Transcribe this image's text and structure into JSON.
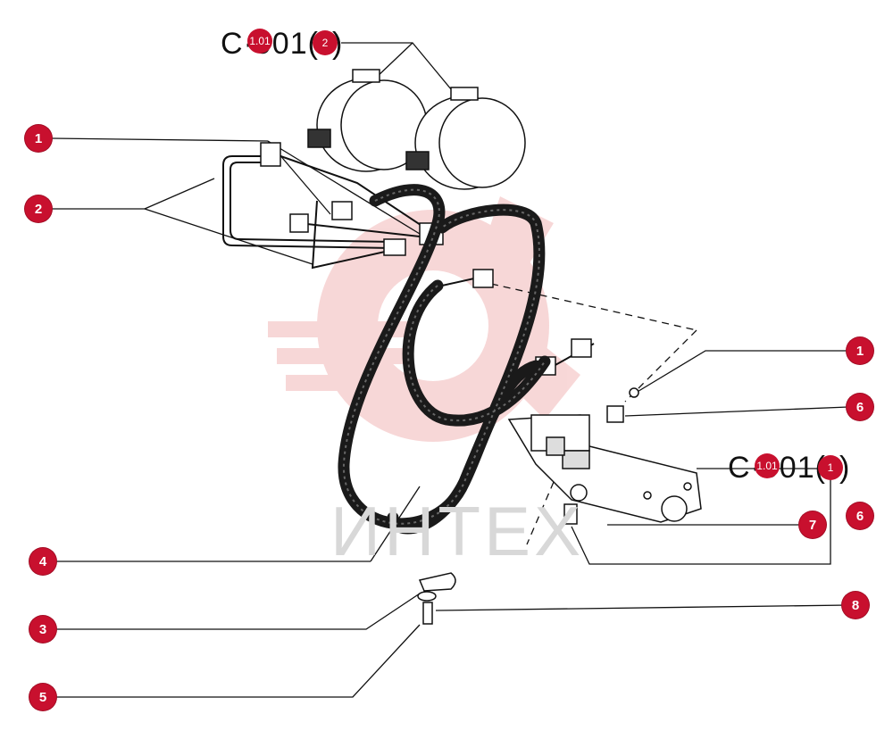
{
  "reference_top": {
    "text": "C·001(",
    "badge_sub": "1.01",
    "badge_main": "2",
    "close": ")"
  },
  "reference_right": {
    "text": "C·001(",
    "badge_sub": "1.01",
    "badge_main": "1",
    "close": ")"
  },
  "callouts": [
    {
      "label": "1"
    },
    {
      "label": "2"
    },
    {
      "label": "1"
    },
    {
      "label": "6"
    },
    {
      "label": "7"
    },
    {
      "label": "6"
    },
    {
      "label": "4"
    },
    {
      "label": "8"
    },
    {
      "label": "3"
    },
    {
      "label": "5"
    }
  ],
  "watermark": "ИНТЕХ",
  "colors": {
    "callout": "#c8102e",
    "line": "#111111",
    "watermark": "#f3c0c0"
  }
}
